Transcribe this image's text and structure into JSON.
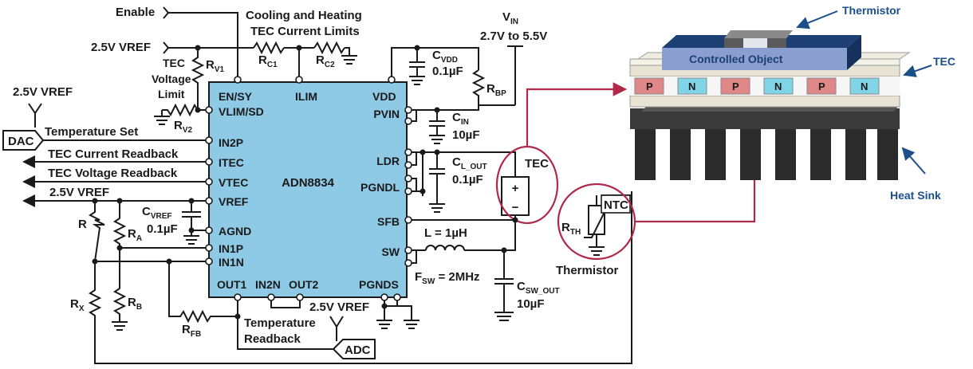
{
  "chip": {
    "name": "ADN8834",
    "pins_left": [
      "EN/SY",
      "VLIM/SD",
      "IN2P",
      "ITEC",
      "VTEC",
      "VREF",
      "AGND",
      "IN1P",
      "IN1N"
    ],
    "pins_top": [
      "EN/SY",
      "ILIM",
      "VDD"
    ],
    "pins_right": [
      "PVIN",
      "LDR",
      "PGNDL",
      "SFB",
      "SW"
    ],
    "pins_bottom": [
      "OUT1",
      "IN2N",
      "OUT2",
      "PGNDS"
    ]
  },
  "labels": {
    "enable": "Enable",
    "current_limits_1": "Cooling and Heating",
    "current_limits_2": "TEC Current Limits",
    "vref_in": "2.5V VREF",
    "vref_top_left": "2.5V VREF",
    "vref_out": "2.5V VREF",
    "vref_adc": "2.5V VREF",
    "tec_voltage_limit_1": "TEC",
    "tec_voltage_limit_2": "Voltage",
    "tec_voltage_limit_3": "Limit",
    "temperature_set": "Temperature Set",
    "tec_current_readback": "TEC Current Readback",
    "tec_voltage_readback": "TEC Voltage Readback",
    "dac": "DAC",
    "adc": "ADC",
    "temperature_readback_1": "Temperature",
    "temperature_readback_2": "Readback",
    "vin": "V",
    "vin_sub": "IN",
    "vin_range": "2.7V to 5.5V",
    "tec": "TEC",
    "ntc": "NTC",
    "thermistor": "Thermistor",
    "inductor": "L = 1µH",
    "fsw": "F",
    "fsw_sub": "SW",
    "fsw_value": " = 2MHz"
  },
  "components": {
    "rv1": {
      "main": "R",
      "sub": "V1"
    },
    "rv2": {
      "main": "R",
      "sub": "V2"
    },
    "rc1": {
      "main": "R",
      "sub": "C1"
    },
    "rc2": {
      "main": "R",
      "sub": "C2"
    },
    "rbp": {
      "main": "R",
      "sub": "BP"
    },
    "cvdd": {
      "main": "C",
      "sub": "VDD",
      "value": "0.1µF"
    },
    "cin": {
      "main": "C",
      "sub": "IN",
      "value": "10µF"
    },
    "clout": {
      "main": "C",
      "sub": "L_OUT",
      "value": "0.1µF"
    },
    "cvref": {
      "main": "C",
      "sub": "VREF",
      "value": "0.1µF"
    },
    "cswout": {
      "main": "C",
      "sub": "SW_OUT",
      "value": "10µF"
    },
    "r": {
      "main": "R",
      "sub": ""
    },
    "ra": {
      "main": "R",
      "sub": "A"
    },
    "rb": {
      "main": "R",
      "sub": "B"
    },
    "rx": {
      "main": "R",
      "sub": "X"
    },
    "rfb": {
      "main": "R",
      "sub": "FB"
    },
    "rth": {
      "main": "R",
      "sub": "TH"
    }
  },
  "illustration": {
    "thermistor": "Thermistor",
    "tec": "TEC",
    "heat_sink": "Heat Sink",
    "controlled_object": "Controlled Object",
    "pellets": [
      "P",
      "N",
      "P",
      "N",
      "P",
      "N"
    ]
  },
  "colors": {
    "chip_fill": "#8ecae6",
    "accent_red": "#b0284a",
    "label_blue": "#1b4f8a",
    "object_fill": "#8a9fcf",
    "heatsink": "#2b2b2b"
  }
}
